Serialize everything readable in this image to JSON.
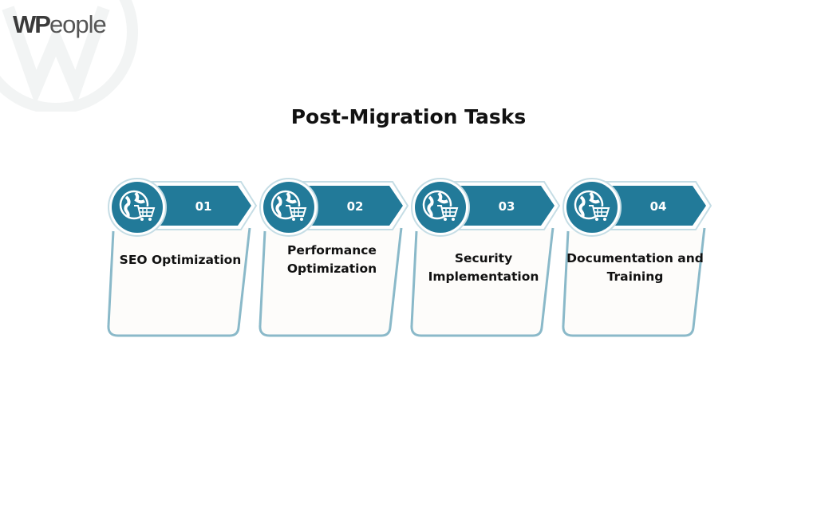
{
  "logo": {
    "bold": "WP",
    "light": "eople"
  },
  "title": "Post-Migration Tasks",
  "steps": [
    {
      "number": "01",
      "label": "SEO Optimization",
      "icon": "globe-cart-icon"
    },
    {
      "number": "02",
      "label": "Performance Optimization",
      "icon": "globe-cart-icon"
    },
    {
      "number": "03",
      "label": "Security Implementation",
      "icon": "globe-cart-icon"
    },
    {
      "number": "04",
      "label": "Documentation and Training",
      "icon": "globe-cart-icon"
    }
  ],
  "colors": {
    "accent": "#227a99",
    "outline": "#8ab9c9",
    "card_fill": "#fdfcfa",
    "text": "#111111"
  }
}
